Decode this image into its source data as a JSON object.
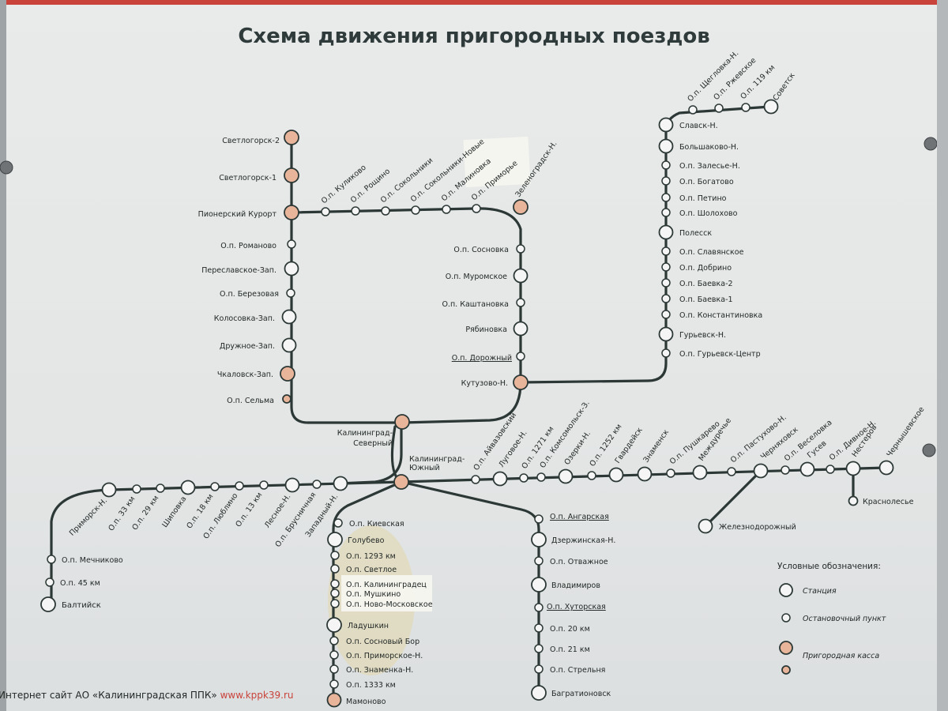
{
  "title": "Схема движения пригородных поездов",
  "footer": {
    "text": "Интернет сайт АО «Калининградская ППК» ",
    "url": "www.kppk39.ru"
  },
  "legend": {
    "title": "Условные обозначения:",
    "station": "Станция",
    "stop": "Остановочный пункт",
    "kassa": "Пригородная касса"
  },
  "stations": {
    "svetlogorsk2": "Светлогорск-2",
    "svetlogorsk1": "Светлогорск-1",
    "pionersky": "Пионерский Курорт",
    "romanovo": "О.п. Романово",
    "pereslavskoe": "Переславское-Зап.",
    "berezovaya": "О.п. Березовая",
    "kolosovka": "Колосовка-Зап.",
    "druzhnoe": "Дружное-Зап.",
    "chkalovsk": "Чкаловск-Зап.",
    "selma": "О.п. Сельма",
    "kulikovo": "О.п. Куликово",
    "roschino": "О.п. Рощино",
    "sokolniki": "О.п. Сокольники",
    "sokolnikinovye": "О.п. Сокольники-Новые",
    "malinovka": "О.п. Малиновка",
    "primorye": "О.п. Приморье",
    "zelenogradsk": "Зеленоградск-Н.",
    "sosnovka": "О.п. Сосновка",
    "muromskoe": "О.п. Муромское",
    "kashtanovka": "О.п. Каштановка",
    "ryabinovka": "Рябиновка",
    "dorozhny": "О.п. Дорожный",
    "kutuzovo": "Кутузово-Н.",
    "kaliningradsev1": "Калининград-",
    "kaliningradsev2": "Северный",
    "kaliningradyuzh1": "Калининград-",
    "kaliningradyuzh2": "Южный",
    "sheglovka": "О.п. Щегловка-Н.",
    "rzhevskoe": "О.п. Ржевское",
    "km119": "О.п. 119 км",
    "sovetsk": "Советск",
    "slavsk": "Славск-Н.",
    "bolshakovo": "Большаково-Н.",
    "zalesye": "О.п. Залесье-Н.",
    "bogatovo": "О.п. Богатово",
    "petino": "О.п. Петино",
    "sholokhovo": "О.п. Шолохово",
    "polessk": "Полесск",
    "slavyanskoe": "О.п. Славянское",
    "dobrino": "О.п. Добрино",
    "baevka2": "О.п. Баевка-2",
    "baevka1": "О.п. Баевка-1",
    "konstantinovka": "О.п. Константиновка",
    "guryevsk": "Гурьевск-Н.",
    "guryevskcenter": "О.п. Гурьевск-Центр",
    "primorsk": "Приморск-Н.",
    "km33": "О.п. 33 км",
    "km29": "О.п. 29 км",
    "shipovka": "Шиповка",
    "km18": "О.п. 18 км",
    "lyublino": "О.п. Люблино",
    "km13": "О.п. 13 км",
    "lesnoe": "Лесное-Н.",
    "brusnichnaya": "О.п. Брусничная",
    "zapadny": "Западный-Н.",
    "mechnikovo": "О.п. Мечниково",
    "km45": "О.п. 45 км",
    "baltiysk": "Балтийск",
    "ayvazovsky": "О.п. Айвазовский",
    "lugovoe": "Луговое-Н.",
    "km1271": "О.п. 1271 км",
    "komsomolsk": "О.п. Комсомольск-З.",
    "ozerki": "Озерки-Н.",
    "km1252": "О.п. 1252 км",
    "gvardeysk": "Гвардейск",
    "znamensk": "Знаменск",
    "pushkarevo": "О.п. Пушкарево",
    "mezhdurechye": "Междуречье",
    "pastukhovo": "О.п. Пастухово-Н.",
    "chernyakhovsk": "Черняховск",
    "veselovka": "О.п. Веселовка",
    "gusev": "Гусев",
    "divnoe": "О.п. Дивное-Н.",
    "nesterov": "Нестеров",
    "chernyshevskoe": "Чернышевское",
    "krasnolesye": "Краснолесье",
    "zheleznodorozhny": "Железнодорожный",
    "kievskaya": "О.п. Киевская",
    "golubevo": "Голубево",
    "km1293": "О.п. 1293 км",
    "svetloe": "О.п. Светлое",
    "kaliningradets": "О.п. Калининградец",
    "mushkino": "О.п. Мушкино",
    "novomoskovskoe": "О.п. Ново-Московское",
    "ladushkin": "Ладушкин",
    "sosnovybor": "О.п. Сосновый Бор",
    "primorskoe": "О.п. Приморское-Н.",
    "znamenka": "О.п. Знаменка-Н.",
    "km1333": "О.п. 1333 км",
    "mamonovo": "Мамоново",
    "angarskaya": "О.п. Ангарская",
    "dzerzhinskaya": "Дзержинская-Н.",
    "otvazhnoe": "О.п. Отважное",
    "vladimirov": "Владимиров",
    "khutorskaya": "О.п. Хуторская",
    "km20": "О.п. 20 км",
    "km21": "О.п. 21 км",
    "strelnya": "О.п. Стрельня",
    "bagrationovsk": "Багратионовск"
  },
  "colors": {
    "track": "#2c3836",
    "kassa": "#e8b59a",
    "accent": "#c9433b"
  }
}
